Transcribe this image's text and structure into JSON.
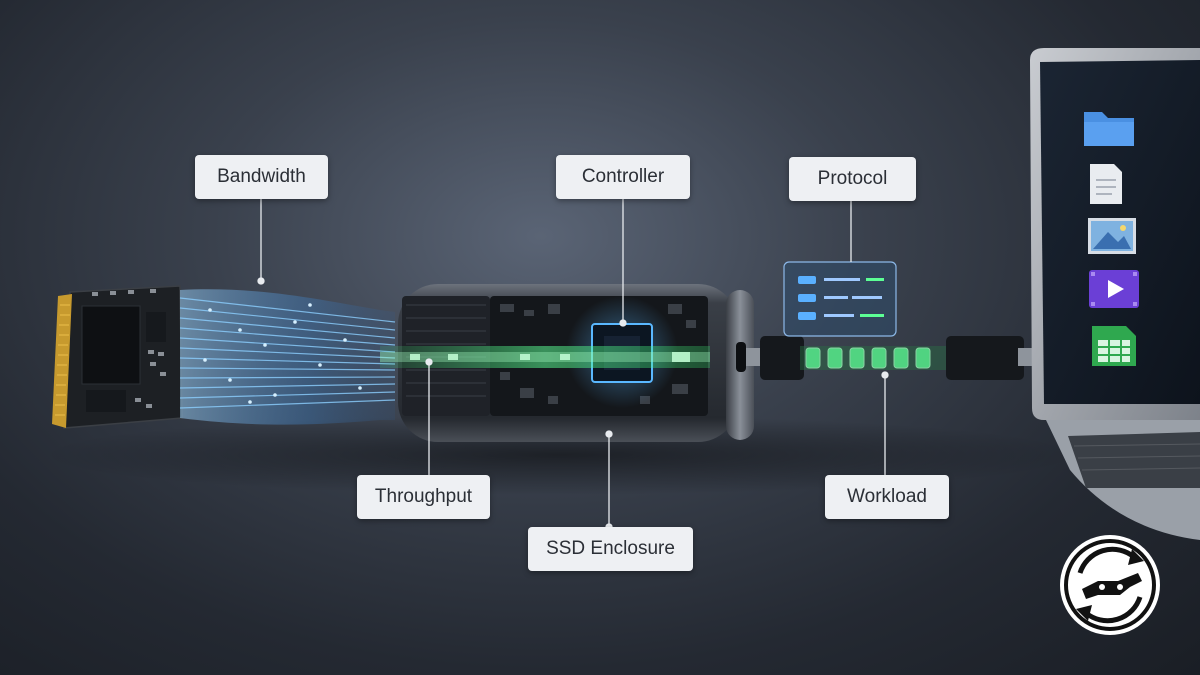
{
  "callouts": {
    "bandwidth": "Bandwidth",
    "controller": "Controller",
    "protocol": "Protocol",
    "throughput": "Throughput",
    "ssd_enclosure": "SSD Enclosure",
    "workload": "Workload"
  },
  "desktop_icons": [
    "folder-icon",
    "document-icon",
    "image-icon",
    "video-icon",
    "spreadsheet-icon"
  ],
  "colors": {
    "background": "#2b313b",
    "data_stream_blue": "#5ab8ff",
    "data_stream_green": "#4cff8a",
    "callout_bg": "#eef0f3",
    "folder_blue": "#4a90e2",
    "video_purple": "#6b3fd6",
    "sheet_green": "#2fa84f"
  }
}
